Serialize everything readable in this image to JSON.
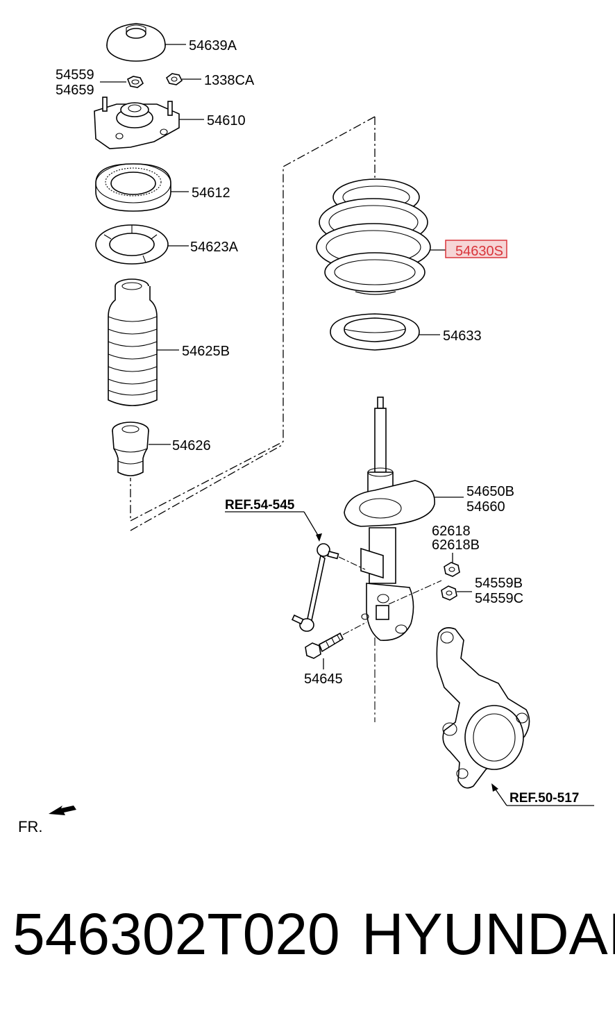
{
  "diagram": {
    "labels": {
      "top_mount_cap": "54639A",
      "nut_a_line1": "54559",
      "nut_a_line2": "54659",
      "nut_b": "1338CA",
      "strut_mount": "54610",
      "bearing": "54612",
      "spring_pad_upper": "54623A",
      "dust_cover": "54625B",
      "bump_stopper": "54626",
      "coil_spring": "54630S",
      "spring_pad_lower": "54633",
      "strut_line1": "54650B",
      "strut_line2": "54660",
      "bolt_a_line1": "62618",
      "bolt_a_line2": "62618B",
      "nut_c_line1": "54559B",
      "nut_c_line2": "54559C",
      "bolt_b": "54645",
      "ref_stabilizer": "REF.54-545",
      "ref_knuckle": "REF.50-517",
      "front_indicator": "FR."
    },
    "highlight_color": "#d9343a",
    "highlight_fill": "#f6d5d6"
  },
  "caption": {
    "part_number": "546302T020",
    "brand": "HYUNDAI"
  }
}
